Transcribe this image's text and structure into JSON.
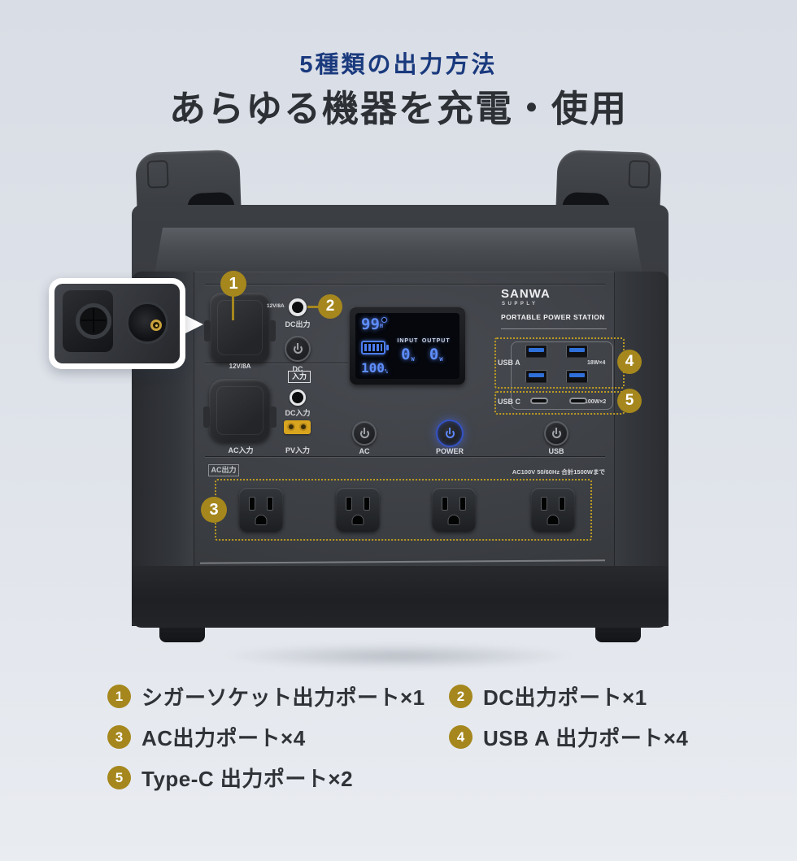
{
  "header": {
    "subtitle": "5種類の出力方法",
    "title": "あらゆる機器を充電・使用"
  },
  "device": {
    "brand": "SANWA",
    "brand_sub": "SUPPLY",
    "product_name": "PORTABLE POWER STATION",
    "cigarette": {
      "label": "12V/8A"
    },
    "dc_out": {
      "spec": "12V/8A",
      "label": "DC出力",
      "button_label": "DC"
    },
    "display": {
      "hours": "99",
      "hours_unit": "H",
      "battery_percent": "100",
      "percent_unit": "%",
      "input_label": "INPUT",
      "input_value": "0",
      "output_label": "OUTPUT",
      "output_value": "0",
      "watt_unit": "W"
    },
    "usb_a": {
      "label": "USB A",
      "spec": "18W×4"
    },
    "usb_c": {
      "label": "USB C",
      "spec": "100W×2"
    },
    "inputs": {
      "tag": "入力",
      "dc": "DC入力",
      "ac": "AC入力",
      "pv": "PV入力"
    },
    "buttons": {
      "ac": "AC",
      "power": "POWER",
      "usb": "USB"
    },
    "ac_out": {
      "tag": "AC出力",
      "spec": "AC100V 50/60Hz 合計1500Wまで"
    }
  },
  "callouts": [
    "1",
    "2",
    "3",
    "4",
    "5"
  ],
  "legend": {
    "items": [
      {
        "num": "1",
        "label": "シガーソケット出力ポート×1"
      },
      {
        "num": "2",
        "label": "DC出力ポート×1"
      },
      {
        "num": "3",
        "label": "AC出力ポート×4"
      },
      {
        "num": "4",
        "label": "USB A 出力ポート×4"
      },
      {
        "num": "5",
        "label": "Type-C 出力ポート×2"
      }
    ]
  },
  "colors": {
    "accent_gold": "#a5871d",
    "title_navy": "#1a3a7e",
    "title_dark": "#2d3136",
    "lcd_blue": "#5f8dfb",
    "usb_blue": "#2f6fd8",
    "pv_yellow": "#d9a41e",
    "background": "#dee2e9"
  }
}
